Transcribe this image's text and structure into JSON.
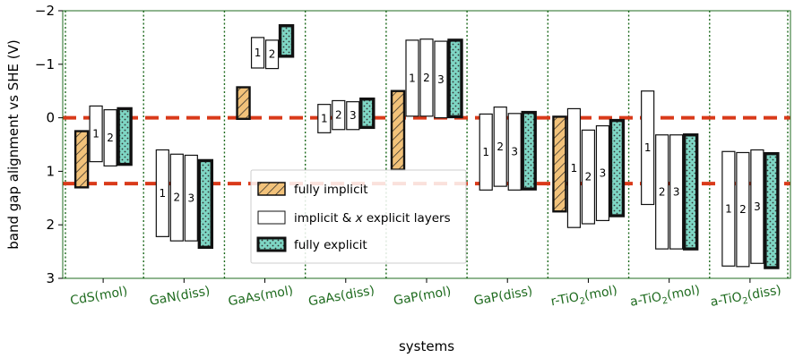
{
  "chart_data": {
    "type": "floating-bar",
    "xlabel": "systems",
    "ylabel": "band gap alignment vs SHE (V)",
    "ylim": [
      3,
      -2
    ],
    "y_ticks": [
      "−2",
      "−1",
      "0",
      "1",
      "2",
      "3"
    ],
    "y_tick_values": [
      -2,
      -1,
      0,
      1,
      2,
      3
    ],
    "reference_lines": [
      0.0,
      1.23
    ],
    "reference_line_color": "#d93a1a",
    "categories": [
      {
        "pre": "CdS(mol)",
        "sub": "",
        "post": ""
      },
      {
        "pre": "GaN(diss)",
        "sub": "",
        "post": ""
      },
      {
        "pre": "GaAs(mol)",
        "sub": "",
        "post": ""
      },
      {
        "pre": "GaAs(diss)",
        "sub": "",
        "post": ""
      },
      {
        "pre": "GaP(mol)",
        "sub": "",
        "post": ""
      },
      {
        "pre": "GaP(diss)",
        "sub": "",
        "post": ""
      },
      {
        "pre": "r-TiO",
        "sub": "2",
        "post": "(mol)"
      },
      {
        "pre": "a-TiO",
        "sub": "2",
        "post": "(mol)"
      },
      {
        "pre": "a-TiO",
        "sub": "2",
        "post": "(diss)"
      }
    ],
    "legend": {
      "implicit": "fully implicit",
      "layers_pre": "implicit & ",
      "layers_x": "x",
      "layers_post": " explicit layers",
      "explicit": "fully explicit"
    },
    "colors": {
      "implicit": "#f2c27a",
      "explicit": "#7ed6c4",
      "edge": "#111111",
      "grid": "#1f6b1f",
      "ticklabel": "#1f6b1f"
    },
    "series": [
      {
        "system": "CdS(mol)",
        "bars": [
          {
            "kind": "implicit",
            "top": 0.25,
            "bottom": 1.3
          },
          {
            "kind": "layer",
            "label": "1",
            "top": -0.22,
            "bottom": 0.82
          },
          {
            "kind": "layer",
            "label": "2",
            "top": -0.15,
            "bottom": 0.9
          },
          {
            "kind": "explicit",
            "top": -0.17,
            "bottom": 0.87
          }
        ]
      },
      {
        "system": "GaN(diss)",
        "bars": [
          {
            "kind": "layer",
            "label": "1",
            "top": 0.6,
            "bottom": 2.22
          },
          {
            "kind": "layer",
            "label": "2",
            "top": 0.68,
            "bottom": 2.3
          },
          {
            "kind": "layer",
            "label": "3",
            "top": 0.7,
            "bottom": 2.3
          },
          {
            "kind": "explicit",
            "top": 0.8,
            "bottom": 2.42
          }
        ]
      },
      {
        "system": "GaAs(mol)",
        "bars": [
          {
            "kind": "implicit",
            "top": -0.57,
            "bottom": 0.02
          },
          {
            "kind": "layer",
            "label": "1",
            "top": -1.5,
            "bottom": -0.93
          },
          {
            "kind": "layer",
            "label": "2",
            "top": -1.45,
            "bottom": -0.92
          },
          {
            "kind": "explicit",
            "top": -1.72,
            "bottom": -1.15
          }
        ]
      },
      {
        "system": "GaAs(diss)",
        "bars": [
          {
            "kind": "layer",
            "label": "1",
            "top": -0.25,
            "bottom": 0.28
          },
          {
            "kind": "layer",
            "label": "2",
            "top": -0.32,
            "bottom": 0.22
          },
          {
            "kind": "layer",
            "label": "3",
            "top": -0.3,
            "bottom": 0.22
          },
          {
            "kind": "explicit",
            "top": -0.35,
            "bottom": 0.18
          }
        ]
      },
      {
        "system": "GaP(mol)",
        "bars": [
          {
            "kind": "implicit",
            "top": -0.5,
            "bottom": 0.97
          },
          {
            "kind": "layer",
            "label": "1",
            "top": -1.45,
            "bottom": -0.03
          },
          {
            "kind": "layer",
            "label": "2",
            "top": -1.47,
            "bottom": -0.03
          },
          {
            "kind": "layer",
            "label": "3",
            "top": -1.43,
            "bottom": 0.0
          },
          {
            "kind": "explicit",
            "top": -1.45,
            "bottom": -0.02
          }
        ]
      },
      {
        "system": "GaP(diss)",
        "bars": [
          {
            "kind": "layer",
            "label": "1",
            "top": -0.07,
            "bottom": 1.35
          },
          {
            "kind": "layer",
            "label": "2",
            "top": -0.2,
            "bottom": 1.28
          },
          {
            "kind": "layer",
            "label": "3",
            "top": -0.08,
            "bottom": 1.35
          },
          {
            "kind": "explicit",
            "top": -0.1,
            "bottom": 1.33
          }
        ]
      },
      {
        "system": "r-TiO2(mol)",
        "bars": [
          {
            "kind": "implicit",
            "top": -0.02,
            "bottom": 1.75
          },
          {
            "kind": "layer",
            "label": "1",
            "top": -0.17,
            "bottom": 2.05
          },
          {
            "kind": "layer",
            "label": "2",
            "top": 0.23,
            "bottom": 1.98
          },
          {
            "kind": "layer",
            "label": "3",
            "top": 0.15,
            "bottom": 1.92
          },
          {
            "kind": "explicit",
            "top": 0.05,
            "bottom": 1.83
          }
        ]
      },
      {
        "system": "a-TiO2(mol)",
        "bars": [
          {
            "kind": "layer",
            "label": "1",
            "top": -0.5,
            "bottom": 1.62
          },
          {
            "kind": "layer",
            "label": "2",
            "top": 0.32,
            "bottom": 2.45
          },
          {
            "kind": "layer",
            "label": "3",
            "top": 0.32,
            "bottom": 2.45
          },
          {
            "kind": "explicit",
            "top": 0.32,
            "bottom": 2.45
          }
        ]
      },
      {
        "system": "a-TiO2(diss)",
        "bars": [
          {
            "kind": "layer",
            "label": "1",
            "top": 0.63,
            "bottom": 2.77
          },
          {
            "kind": "layer",
            "label": "2",
            "top": 0.65,
            "bottom": 2.78
          },
          {
            "kind": "layer",
            "label": "3",
            "top": 0.6,
            "bottom": 2.72
          },
          {
            "kind": "explicit",
            "top": 0.67,
            "bottom": 2.8
          }
        ]
      }
    ]
  }
}
